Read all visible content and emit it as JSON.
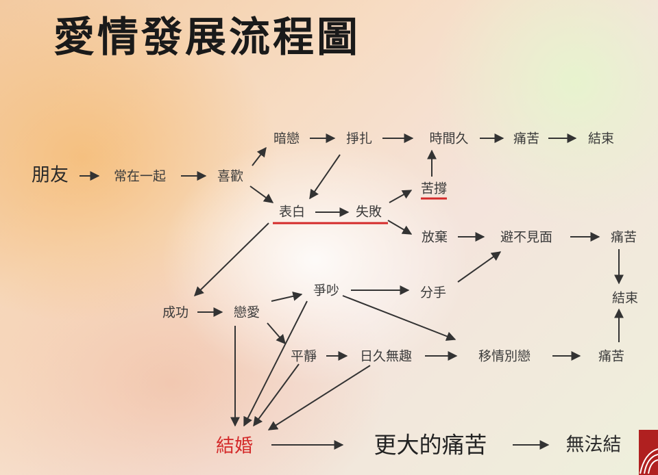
{
  "title": "愛情發展流程圖",
  "nodes": {
    "pengyou": "朋友",
    "changzai": "常在一起",
    "xihuan": "喜歡",
    "anlian": "暗戀",
    "zhengzha": "掙扎",
    "shijianjiu": "時間久",
    "tongku_top": "痛苦",
    "jieshu_top": "結束",
    "kucheng": "苦撐",
    "biaobai": "表白",
    "shibai": "失敗",
    "fangqi": "放棄",
    "bibujianmian": "避不見面",
    "tongku_right": "痛苦",
    "chenggong": "成功",
    "lianai": "戀愛",
    "zhengchao": "爭吵",
    "fenshou": "分手",
    "jieshu_right": "結束",
    "pingjing": "平靜",
    "rijiu": "日久無趣",
    "yiqing": "移情別戀",
    "tongku_low": "痛苦",
    "jiehun": "結婚",
    "gengda": "更大的痛苦",
    "wufa": "無法結"
  },
  "colors": {
    "accent_red": "#d42a2a",
    "logo": "#b02020"
  }
}
